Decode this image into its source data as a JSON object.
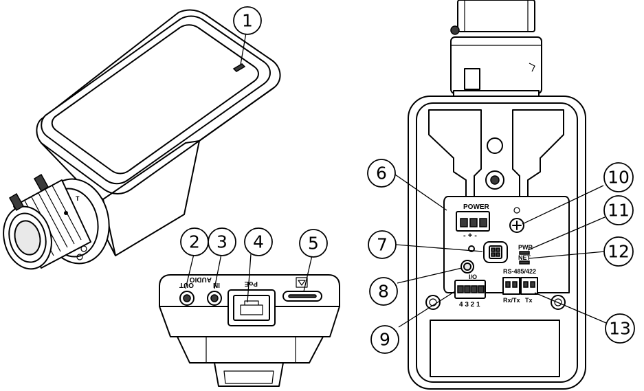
{
  "callouts": [
    "1",
    "2",
    "3",
    "4",
    "5",
    "6",
    "7",
    "8",
    "9",
    "10",
    "11",
    "12",
    "13"
  ],
  "labels": {
    "audio": "AUDIO",
    "out": "OUT",
    "in": "IN",
    "poe": "PoE",
    "power": "POWER",
    "power_pins": "- + -",
    "io": "I/O",
    "io_pins": "4 3 2 1",
    "pwr": "PWR",
    "net": "NET",
    "rs485": "RS-485/422",
    "rxtx": "Rx/Tx",
    "tx": "Tx",
    "lens_t": "T"
  }
}
